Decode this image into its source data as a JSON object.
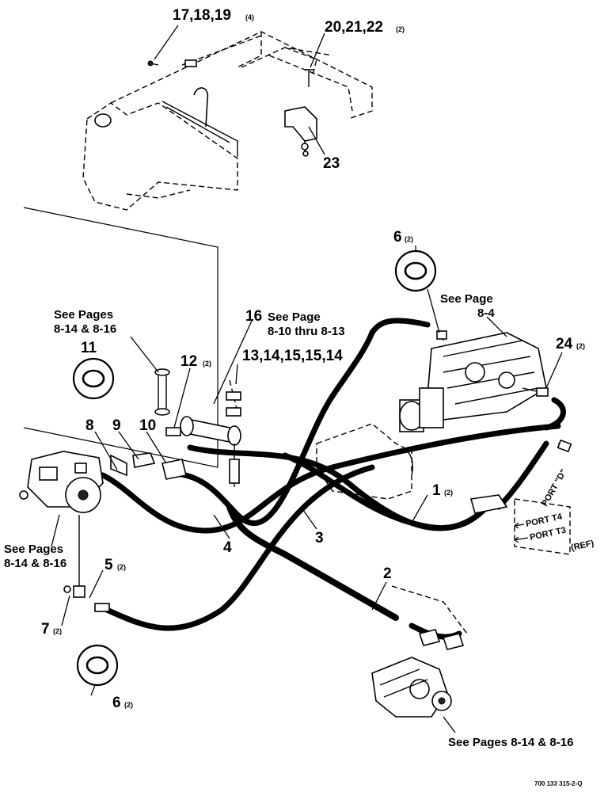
{
  "callouts": {
    "c17": "17,18,19",
    "c17q": "(4)",
    "c20": "20,21,22",
    "c20q": "(2)",
    "c23": "23",
    "c6top": "6",
    "c6topq": "(2)",
    "c24": "24",
    "c24q": "(2)",
    "c11": "11",
    "c12": "12",
    "c12q": "(2)",
    "c16": "16",
    "c13": "13,14,15,15,14",
    "c8": "8",
    "c9": "9",
    "c10": "10",
    "c1": "1",
    "c1q": "(2)",
    "c2": "2",
    "c3": "3",
    "c4": "4",
    "c5": "5",
    "c5q": "(2)",
    "c7": "7",
    "c7q": "(2)",
    "c6bot": "6",
    "c6botq": "(2)"
  },
  "references": {
    "page84_a": "See Page",
    "page84_b": "8-4",
    "page810_a": "See Page",
    "page810_b": "8-10 thru 8-13",
    "pages_upper_a": "See Pages",
    "pages_upper_b": "8-14 & 8-16",
    "pages_lower_a": "See Pages",
    "pages_lower_b": "8-14 & 8-16",
    "pages_bottom": "See Pages 8-14 & 8-16"
  },
  "ports": {
    "port_d": "PORT \"D\"",
    "port_t4": "PORT T4",
    "port_t3": "PORT T3",
    "ref": "(REF)"
  },
  "drawing_number": "700 133 315-2-Q"
}
